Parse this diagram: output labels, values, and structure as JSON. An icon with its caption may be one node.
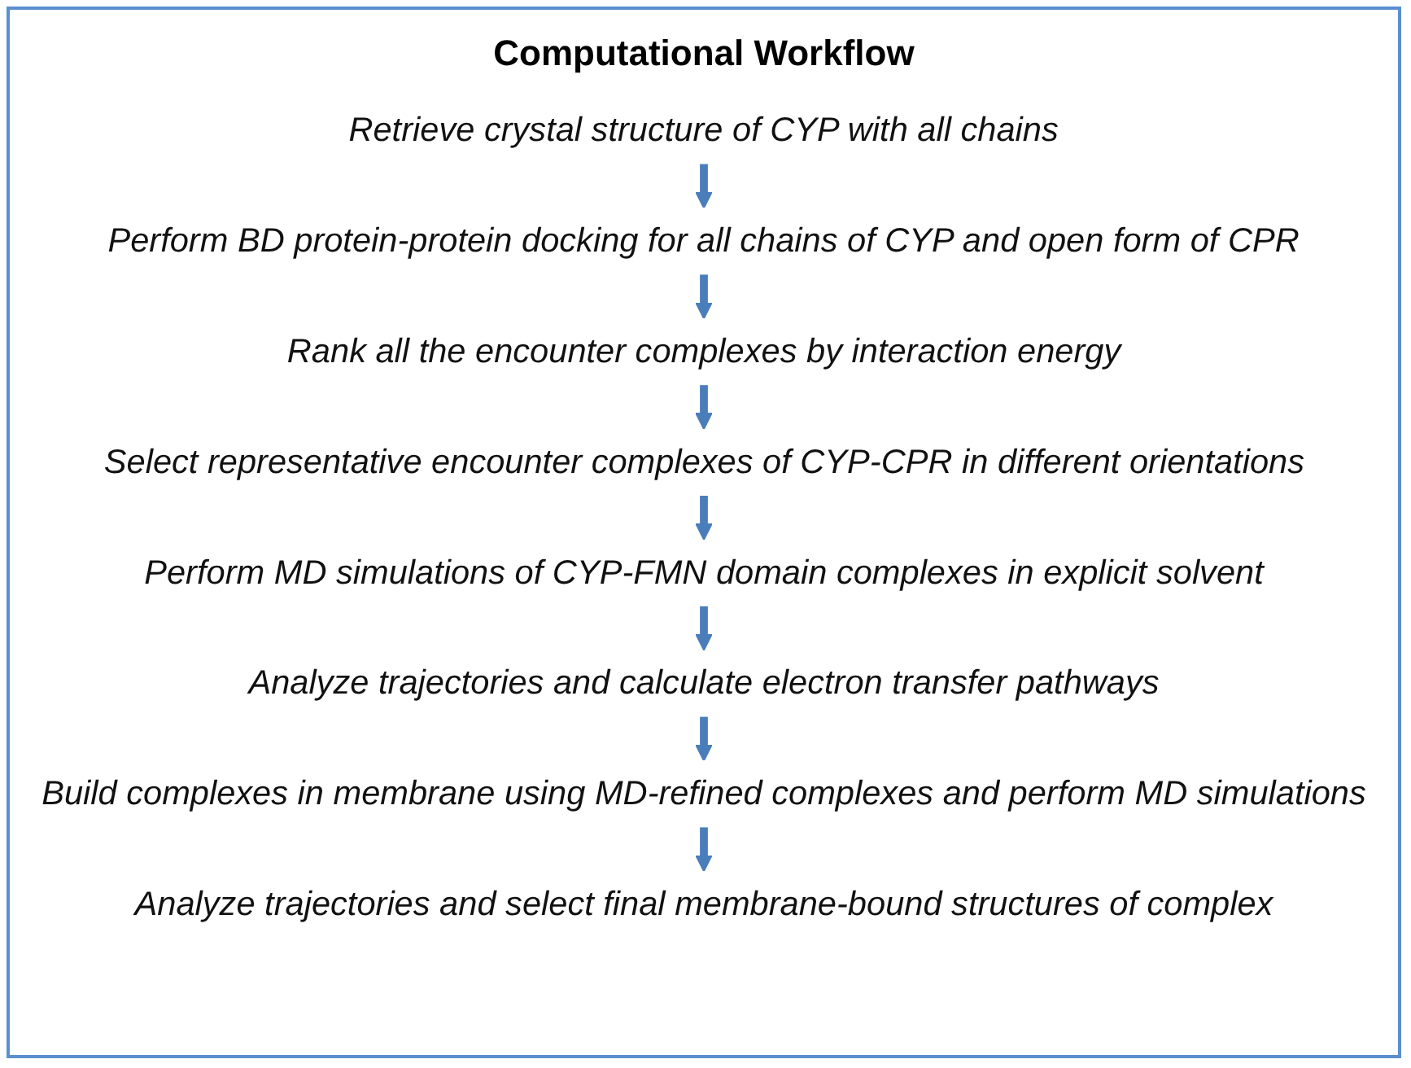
{
  "diagram": {
    "title": "Computational Workflow",
    "nodes": [
      {
        "text": [
          "Retrieve crystal structure of CYP with all chains"
        ]
      },
      {
        "text": [
          "Perform BD protein-protein docking for all chains of CYP and open form of CPR"
        ]
      },
      {
        "text": [
          "Rank all the encounter complexes by interaction energy"
        ]
      },
      {
        "text": [
          "Select representative encounter complexes of CYP-CPR in different orientations"
        ]
      },
      {
        "text": [
          "Perform MD simulations of CYP-FMN domain complexes in explicit solvent"
        ]
      },
      {
        "text": [
          "Analyze trajectories and calculate electron transfer pathways"
        ]
      },
      {
        "text": [
          "Build complexes in membrane using MD-refined complexes and perform MD simulations"
        ]
      },
      {
        "text": [
          "Analyze trajectories and select final membrane-bound structures of complex"
        ]
      }
    ],
    "edges": [
      {
        "from": 0,
        "to": 1,
        "arrow": "to"
      },
      {
        "from": 1,
        "to": 2,
        "arrow": "to"
      },
      {
        "from": 2,
        "to": 3,
        "arrow": "to"
      },
      {
        "from": 3,
        "to": 4,
        "arrow": "to"
      },
      {
        "from": 4,
        "to": 5,
        "arrow": "to"
      },
      {
        "from": 5,
        "to": 6,
        "arrow": "to"
      },
      {
        "from": 6,
        "to": 7,
        "arrow": "to"
      }
    ]
  }
}
